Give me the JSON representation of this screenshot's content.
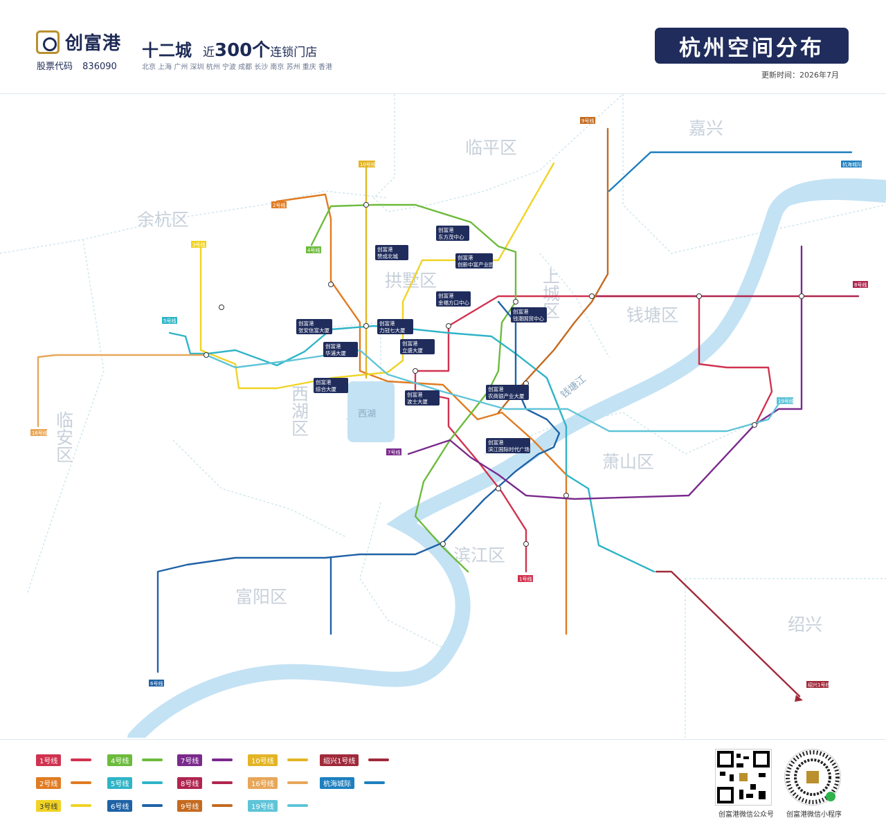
{
  "header": {
    "logo_text": "创富港",
    "stock_label": "股票代码",
    "stock_code": "836090",
    "slogan_main": "十二城",
    "slogan_prefix": "近",
    "slogan_number": "300个",
    "slogan_suffix": "连锁门店",
    "cities": "北京 上海 广州 深圳 杭州 宁波 成都 长沙 南京 苏州 重庆 香港",
    "title": "杭州空间分布",
    "update_time": "更新时间：2026年7月"
  },
  "districts": [
    {
      "name": "临平区"
    },
    {
      "name": "余杭区"
    },
    {
      "name": "嘉兴"
    },
    {
      "name": "拱墅区"
    },
    {
      "name": "上城区"
    },
    {
      "name": "钱塘区"
    },
    {
      "name": "西湖区"
    },
    {
      "name": "临安区"
    },
    {
      "name": "萧山区"
    },
    {
      "name": "滨江区"
    },
    {
      "name": "富阳区"
    },
    {
      "name": "绍兴"
    }
  ],
  "water": {
    "lake": "西湖",
    "river": "钱塘江"
  },
  "lines": [
    {
      "name": "1号线",
      "color": "#d0324f"
    },
    {
      "name": "2号线",
      "color": "#e07b22"
    },
    {
      "name": "3号线",
      "color": "#f0d324"
    },
    {
      "name": "4号线",
      "color": "#6cbb3c"
    },
    {
      "name": "5号线",
      "color": "#2fb4c7"
    },
    {
      "name": "6号线",
      "color": "#1f62a6"
    },
    {
      "name": "7号线",
      "color": "#7a2a8c"
    },
    {
      "name": "8号线",
      "color": "#b0254f"
    },
    {
      "name": "9号线",
      "color": "#c46a1f"
    },
    {
      "name": "10号线",
      "color": "#e3b525"
    },
    {
      "name": "16号线",
      "color": "#e7a75a"
    },
    {
      "name": "19号线",
      "color": "#5fc4d8"
    },
    {
      "name": "绍兴1号线",
      "color": "#a02a3a"
    },
    {
      "name": "杭海城际",
      "color": "#1d7fbf"
    }
  ],
  "stores": [
    {
      "tag": "创富港",
      "name": "东方茂中心"
    },
    {
      "tag": "创富港",
      "name": "赞成北城"
    },
    {
      "tag": "创富港",
      "name": "创新中富产业园"
    },
    {
      "tag": "创富港",
      "name": "金福方口中心"
    },
    {
      "tag": "创富港",
      "name": "钱潮国贸中心"
    },
    {
      "tag": "创富港",
      "name": "张安信富大厦"
    },
    {
      "tag": "创富港",
      "name": "力冠七大厦"
    },
    {
      "tag": "创富港",
      "name": "华浦大厦"
    },
    {
      "tag": "创富港",
      "name": "立盛大厦"
    },
    {
      "tag": "创富港",
      "name": "综合大厦"
    },
    {
      "tag": "创富港",
      "name": "波士大厦"
    },
    {
      "tag": "创富港",
      "name": "农商银产业大厦"
    },
    {
      "tag": "创富港",
      "name": "滨江国际时代广场"
    }
  ],
  "qr": [
    {
      "label": "创富港微信公众号"
    },
    {
      "label": "创富港微信小程序"
    }
  ]
}
